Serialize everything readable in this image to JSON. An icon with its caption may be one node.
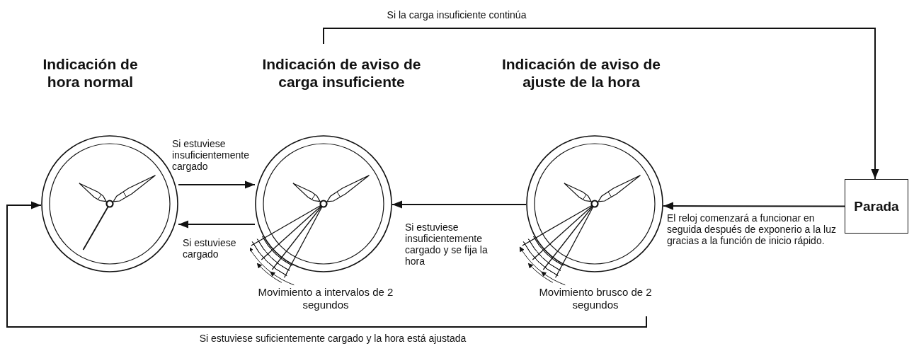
{
  "diagram": {
    "nodes": [
      {
        "text": [
          "Indicación de hora normal"
        ]
      },
      {
        "text": [
          "Indicación de aviso de carga insuficiente"
        ],
        "beside": [
          "Movimiento a intervalos de 2 segundos"
        ]
      },
      {
        "text": [
          "Indicación de aviso de ajuste de la hora"
        ],
        "beside": [
          "Movimiento brusco de 2 segundos"
        ]
      },
      {
        "text": [
          "Parada"
        ]
      }
    ],
    "edges": [
      {
        "from": 0,
        "to": 1,
        "arrow": "to",
        "label": "Si estuviese insuficientemente cargado"
      },
      {
        "from": 1,
        "to": 0,
        "arrow": "to",
        "label": "Si estuviese cargado"
      },
      {
        "from": 2,
        "to": 1,
        "arrow": "to",
        "label": "Si estuviese insuficientemente cargado y se fija la hora"
      },
      {
        "from": 3,
        "to": 2,
        "arrow": "to",
        "label": "El reloj comenzará a funcionar en seguida después de exponerio a la luz gracias a la función de inicio rápido."
      },
      {
        "from": 1,
        "to": 3,
        "arrow": "to",
        "label": "Si la carga insuficiente continúa"
      },
      {
        "from": 2,
        "to": 0,
        "arrow": "to",
        "label": "Si estuviese suficientemente cargado y la hora está ajustada"
      }
    ]
  }
}
